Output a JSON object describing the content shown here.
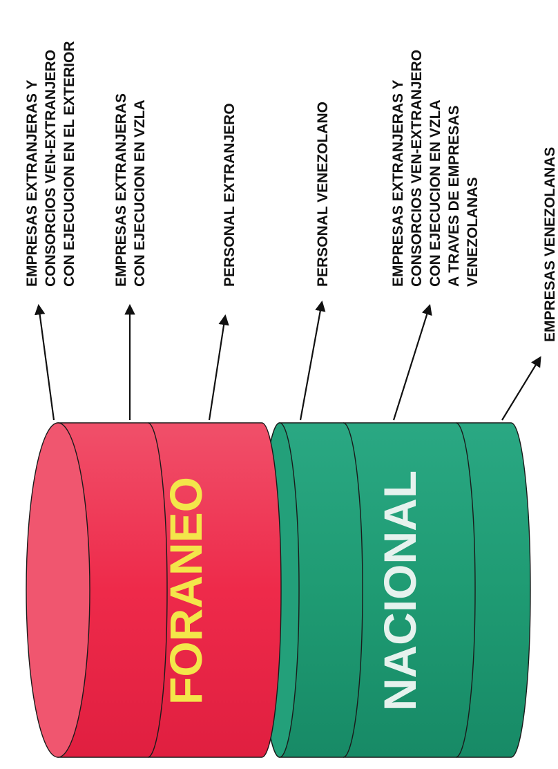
{
  "diagram": {
    "foraneo": {
      "title": "FORANEO",
      "color": "#ef2a4c",
      "title_color": "#f3e64a"
    },
    "nacional": {
      "title": "NACIONAL",
      "color": "#1f9a72",
      "title_color": "#e6f2ee"
    },
    "labels": [
      {
        "lines": [
          "EMPRESAS EXTRANJERAS Y",
          "CONSORCIOS VEN-EXTRANJERO",
          "CON EJECUCION EN EL EXTERIOR"
        ]
      },
      {
        "lines": [
          "EMPRESAS EXTRANJERAS",
          "CON EJECUCION EN VZLA"
        ]
      },
      {
        "lines": [
          "PERSONAL EXTRANJERO"
        ]
      },
      {
        "lines": [
          "PERSONAL VENEZOLANO"
        ]
      },
      {
        "lines": [
          "EMPRESAS EXTRANJERAS Y",
          "CONSORCIOS VEN-EXTRANJERO",
          "CON EJECUCION EN VZLA",
          "A TRAVES DE EMPRESAS",
          "VENEZOLANAS"
        ]
      },
      {
        "lines": [
          "EMPRESAS VENEZOLANAS"
        ]
      }
    ]
  }
}
